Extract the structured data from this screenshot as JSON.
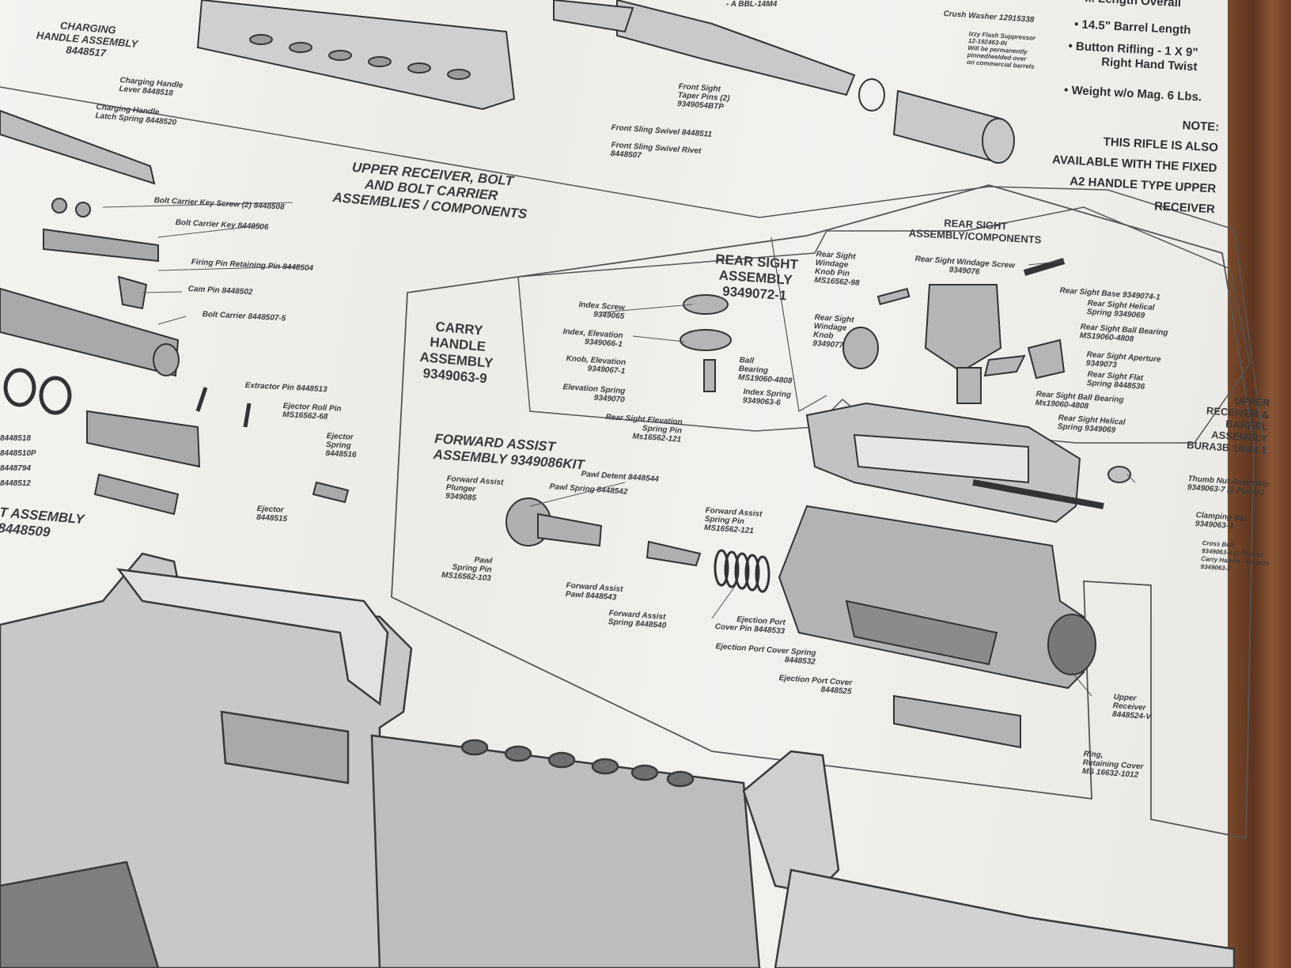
{
  "specs": {
    "overall_length": "• ... Length Overall",
    "barrel_length": "• 14.5\" Barrel Length",
    "rifling": "• Button Rifling - 1 X 9\"\nRight Hand Twist",
    "weight": "• Weight w/o Mag. 6 Lbs.",
    "note": "NOTE:\nTHIS RIFLE IS ALSO\nAVAILABLE WITH THE FIXED\nA2 HANDLE TYPE UPPER\nRECEIVER"
  },
  "headings": {
    "charging_handle": "CHARGING\nHANDLE ASSEMBLY\n8448517",
    "upper_bolt": "UPPER RECEIVER, BOLT\nAND BOLT CARRIER\nASSEMBLIES / COMPONENTS",
    "bolt_assembly": "T ASSEMBLY\n8448509",
    "carry_handle": "CARRY\nHANDLE\nASSEMBLY\n9349063-9",
    "rear_sight": "REAR SIGHT\nASSEMBLY\n9349072-1",
    "rear_sight_components": "REAR SIGHT\nASSEMBLY/COMPONENTS",
    "forward_assist": "FORWARD ASSIST\nASSEMBLY 9349086KIT",
    "upper_receiver_barrel": "UPPER\nRECEIVER &\nBARREL\nASSEMBLY\nBURA3B 14M4 1"
  },
  "top_parts": {
    "a_bbl": "- A BBL-14M4",
    "crush_washer": "Crush Washer 12915338",
    "flash_suppressor": "Izzy Flash Suppressor\n12-192463-IN\nWill be permanently\npinned/welded over\non commercial barrels",
    "front_sight_pin": "Front Sight\nTaper Pins (2)\n9349054BTP",
    "front_sling_swivel": "Front Sling Swivel 8448511",
    "front_sling_rivet": "Front Sling Swivel Rivet\n8448507",
    "charging_handle_lever": "Charging Handle\nLever 8448518",
    "charging_handle_latch_spring": "Charging Handle\nLatch Spring 8448520"
  },
  "bolt_parts": {
    "key_screw": "Bolt Carrier Key Screw (2) 8448508",
    "carrier_key": "Bolt Carrier Key 8448506",
    "firing_pin_pin": "Firing Pin Retaining Pin 8448504",
    "cam_pin": "Cam Pin 8448502",
    "bolt_carrier": "Bolt Carrier 8448507-5",
    "extractor_pin": "Extractor Pin 8448513",
    "ejector_roll_pin": "Ejector Roll Pin\nMS16562-68",
    "ejector_spring": "Ejector\nSpring\n8448516",
    "ejector": "Ejector\n8448515",
    "left_codes": "8448518\n8448510P\n8448794\n8448512"
  },
  "rear_sight_parts": {
    "index_screw": "Index Screw\n9349065",
    "index_elevation": "Index, Elevation\n9349066-1",
    "knob_elevation": "Knob, Elevation\n9349067-1",
    "elevation_spring": "Elevation Spring\n9349070",
    "ball_bearing": "Ball\nBearing\nMS19060-4808",
    "index_spring": "Index Spring\n9349063-6",
    "elevation_spring_pin": "Rear Sight Elevation\nSpring Pin\nMs16562-121",
    "windage_knob_pin": "Rear Sight\nWindage\nKnob Pin\nMS16562-98",
    "windage_knob": "Rear Sight\nWindage\nKnob\n9349077",
    "windage_screw": "Rear Sight Windage Screw\n9349076",
    "base": "Rear Sight Base 9349074-1",
    "helical_spring": "Rear Sight Helical\nSpring 9349069",
    "ball_bearing_2": "Rear Sight Ball Bearing\nMS19060-4808",
    "aperture": "Rear Sight Aperture\n9349073",
    "flat_spring": "Rear Sight Flat\nSpring 8448536",
    "ball_bearing_3": "Rear Sight Ball Bearing\nMs19060-4808",
    "helical_spring_2": "Rear Sight Helical\nSpring 9349069"
  },
  "forward_assist_parts": {
    "plunger": "Forward Assist\nPlunger\n9349085",
    "pawl_detent": "Pawl Detent 8448544",
    "pawl_spring": "Pawl Spring 8448542",
    "pawl_spring_pin": "Pawl\nSpring Pin\nMS16562-103",
    "pawl": "Forward Assist\nPawl 8448543",
    "spring": "Forward Assist\nSpring 8448540",
    "spring_pin": "Forward Assist\nSpring Pin\nMS16562-121"
  },
  "receiver_parts": {
    "ejection_port_pin": "Ejection Port\nCover Pin 8448533",
    "ejection_port_spring": "Ejection Port Cover Spring\n8448532",
    "ejection_port_cover": "Ejection Port Cover\n8448525",
    "upper_receiver": "Upper\nReceiver\n8448524-V",
    "retaining_ring": "Ring,\nRetaining Cover\nMS 16632-1012",
    "thumb_nut": "Thumb Nut Assembly\n9349063-7 (2 Places)",
    "clamping_bar": "Clamping Bar\n9349063-3",
    "cross_bolt": "Cross Bolt\n9349063-4 (2 Places)\nCarry Handle - Fingers\n9349063-2"
  }
}
